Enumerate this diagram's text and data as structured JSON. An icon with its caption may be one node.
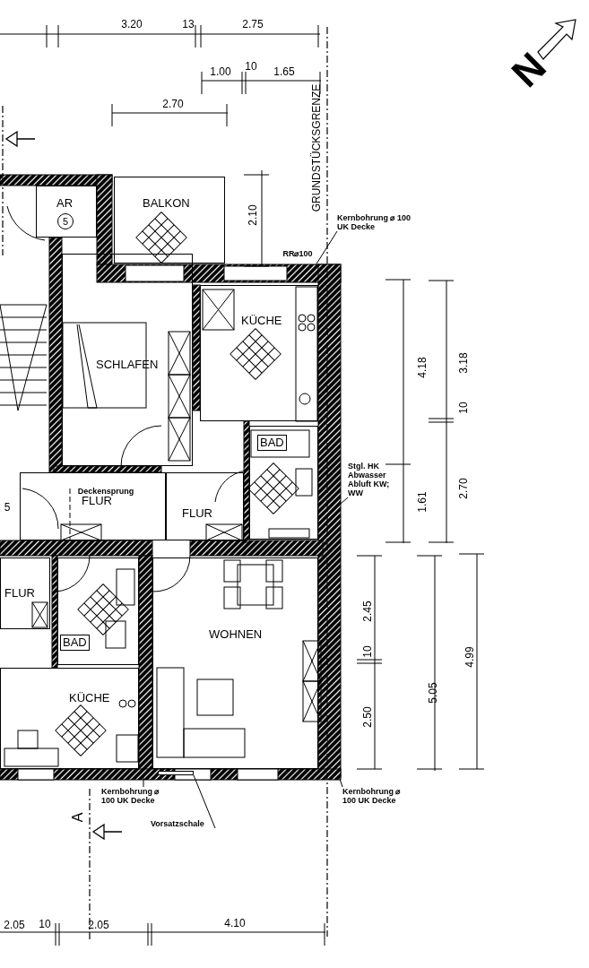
{
  "diagram": {
    "nodes": [
      {
        "text": [
          "AR",
          "5"
        ]
      },
      {
        "text": [
          "BALKON"
        ]
      },
      {
        "text": [
          "SCHLAFEN"
        ]
      },
      {
        "text": [
          "KÜCHE"
        ]
      },
      {
        "text": [
          "BAD"
        ]
      },
      {
        "text": [
          "FLUR"
        ]
      },
      {
        "text": [
          "FLUR"
        ]
      },
      {
        "text": [
          "FLUR"
        ]
      },
      {
        "text": [
          "BAD"
        ]
      },
      {
        "text": [
          "KÜCHE"
        ]
      },
      {
        "text": [
          "WOHNEN"
        ]
      },
      {
        "text": [
          "Kernbohrung ⌀ 100 UK Decke"
        ]
      },
      {
        "text": [
          "Stgl. HK Abwasser Abluft KW; WW"
        ]
      },
      {
        "text": [
          "Kernbohrung ⌀ 100 UK Decke"
        ]
      },
      {
        "text": [
          "Vorsatzschale"
        ]
      },
      {
        "text": [
          "Kernbohrung ⌀ 100 UK Decke"
        ]
      },
      {
        "text": [],
        "shape": "bar"
      }
    ],
    "edges": [
      {
        "from": 11,
        "to": null,
        "arrow": "none"
      },
      {
        "from": 12,
        "to": null,
        "arrow": "none"
      },
      {
        "from": 13,
        "to": null,
        "arrow": "none"
      },
      {
        "from": 14,
        "to": 16,
        "arrow": "none"
      },
      {
        "from": 15,
        "to": null,
        "arrow": "none"
      }
    ],
    "labels": [
      "3.20",
      "13",
      "2.75",
      "N",
      "1.00",
      "10",
      "1.65",
      "2.70",
      "GRUNDSTÜCKSGRENZE",
      "2.10",
      "RR⌀100",
      "4.18",
      "3.18",
      "10",
      "2.70",
      "1.61",
      "Deckensprung",
      "5",
      "2.45",
      "10",
      "5.05",
      "4.99",
      "2.50",
      "A",
      "2.05",
      "10",
      "2.05",
      "4.10"
    ]
  }
}
